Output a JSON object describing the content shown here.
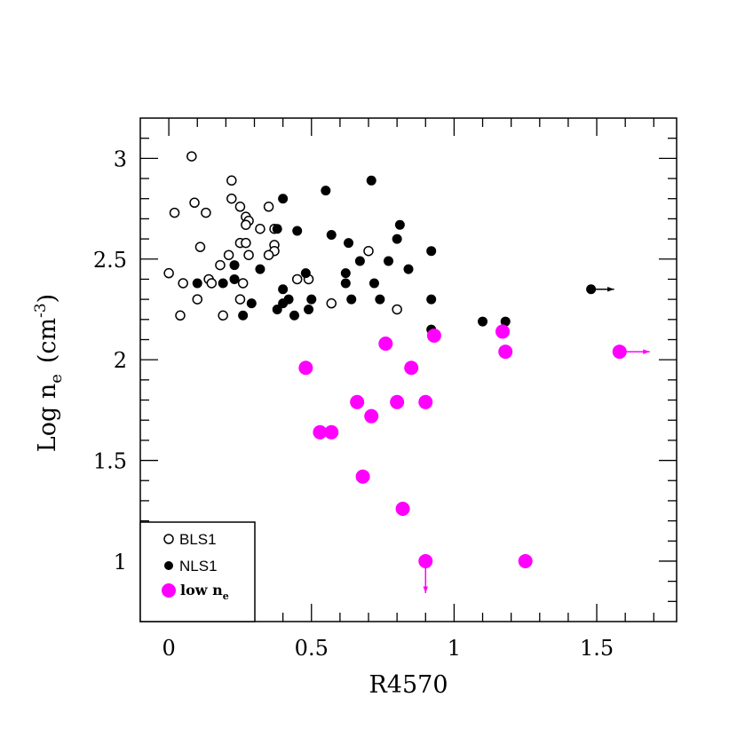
{
  "chart_data": {
    "type": "scatter",
    "title": "",
    "xlabel": "R4570",
    "ylabel": {
      "main": "Log n",
      "sub": "e",
      "unit_open": "(cm",
      "unit_sup": "-3",
      "unit_close": ")"
    },
    "xlim": [
      -0.1,
      1.78
    ],
    "ylim": [
      0.7,
      3.2
    ],
    "x_ticks": [
      "0",
      "0.5",
      "1",
      "1.5"
    ],
    "x_tick_values": [
      0,
      0.5,
      1,
      1.5
    ],
    "y_ticks": [
      "1",
      "1.5",
      "2",
      "2.5",
      "3"
    ],
    "y_tick_values": [
      1,
      1.5,
      2,
      2.5,
      3
    ],
    "grid": false,
    "legend_position": "bottom-left",
    "colors": {
      "BLS1": "#000000",
      "NLS1": "#000000",
      "low_ne": "#ff00ff"
    },
    "legend": [
      {
        "label": "BLS1",
        "marker": "open-circle"
      },
      {
        "label": "NLS1",
        "marker": "filled-circle"
      },
      {
        "label": "low n",
        "sub": "e",
        "marker": "large-magenta-circle"
      }
    ],
    "series": [
      {
        "name": "BLS1",
        "marker": "open-circle",
        "points": [
          [
            0.08,
            3.01
          ],
          [
            0.22,
            2.89
          ],
          [
            0.22,
            2.8
          ],
          [
            0.09,
            2.78
          ],
          [
            0.02,
            2.73
          ],
          [
            0.13,
            2.73
          ],
          [
            0.25,
            2.76
          ],
          [
            0.27,
            2.71
          ],
          [
            0.28,
            2.69
          ],
          [
            0.27,
            2.67
          ],
          [
            0.35,
            2.76
          ],
          [
            0.32,
            2.65
          ],
          [
            0.37,
            2.65
          ],
          [
            0.11,
            2.56
          ],
          [
            0.25,
            2.58
          ],
          [
            0.27,
            2.58
          ],
          [
            0.37,
            2.57
          ],
          [
            0.37,
            2.54
          ],
          [
            0.21,
            2.52
          ],
          [
            0.28,
            2.52
          ],
          [
            0.35,
            2.52
          ],
          [
            0.18,
            2.47
          ],
          [
            0.0,
            2.43
          ],
          [
            0.05,
            2.38
          ],
          [
            0.14,
            2.4
          ],
          [
            0.15,
            2.38
          ],
          [
            0.26,
            2.38
          ],
          [
            0.45,
            2.4
          ],
          [
            0.49,
            2.4
          ],
          [
            0.1,
            2.3
          ],
          [
            0.25,
            2.3
          ],
          [
            0.04,
            2.22
          ],
          [
            0.19,
            2.22
          ],
          [
            0.7,
            2.54
          ],
          [
            0.57,
            2.28
          ],
          [
            0.8,
            2.25
          ]
        ]
      },
      {
        "name": "NLS1",
        "marker": "filled-circle",
        "points": [
          [
            0.4,
            2.8
          ],
          [
            0.38,
            2.65
          ],
          [
            0.45,
            2.64
          ],
          [
            0.23,
            2.47
          ],
          [
            0.32,
            2.45
          ],
          [
            0.1,
            2.38
          ],
          [
            0.19,
            2.38
          ],
          [
            0.23,
            2.4
          ],
          [
            0.48,
            2.43
          ],
          [
            0.4,
            2.35
          ],
          [
            0.42,
            2.3
          ],
          [
            0.4,
            2.28
          ],
          [
            0.38,
            2.25
          ],
          [
            0.5,
            2.3
          ],
          [
            0.49,
            2.25
          ],
          [
            0.29,
            2.28
          ],
          [
            0.26,
            2.22
          ],
          [
            0.44,
            2.22
          ],
          [
            0.71,
            2.89
          ],
          [
            0.55,
            2.84
          ],
          [
            0.81,
            2.67
          ],
          [
            0.8,
            2.6
          ],
          [
            0.57,
            2.62
          ],
          [
            0.63,
            2.58
          ],
          [
            0.92,
            2.54
          ],
          [
            0.67,
            2.49
          ],
          [
            0.77,
            2.49
          ],
          [
            0.84,
            2.45
          ],
          [
            0.62,
            2.43
          ],
          [
            0.62,
            2.38
          ],
          [
            0.72,
            2.38
          ],
          [
            0.64,
            2.3
          ],
          [
            0.74,
            2.3
          ],
          [
            0.92,
            2.3
          ],
          [
            0.92,
            2.15
          ],
          [
            1.1,
            2.19
          ],
          [
            1.18,
            2.19
          ],
          [
            1.48,
            2.35,
            "right"
          ]
        ]
      },
      {
        "name": "low n_e",
        "marker": "large-magenta-circle",
        "points": [
          [
            0.48,
            1.96
          ],
          [
            0.76,
            2.08
          ],
          [
            0.93,
            2.12
          ],
          [
            1.17,
            2.14
          ],
          [
            1.18,
            2.04
          ],
          [
            1.58,
            2.04,
            "right"
          ],
          [
            0.66,
            1.79
          ],
          [
            0.8,
            1.79
          ],
          [
            0.9,
            1.79
          ],
          [
            0.85,
            1.96
          ],
          [
            0.71,
            1.72
          ],
          [
            0.53,
            1.64
          ],
          [
            0.57,
            1.64
          ],
          [
            0.68,
            1.42
          ],
          [
            0.82,
            1.26
          ],
          [
            0.9,
            1.0,
            "down"
          ],
          [
            1.25,
            1.0
          ]
        ]
      }
    ]
  }
}
